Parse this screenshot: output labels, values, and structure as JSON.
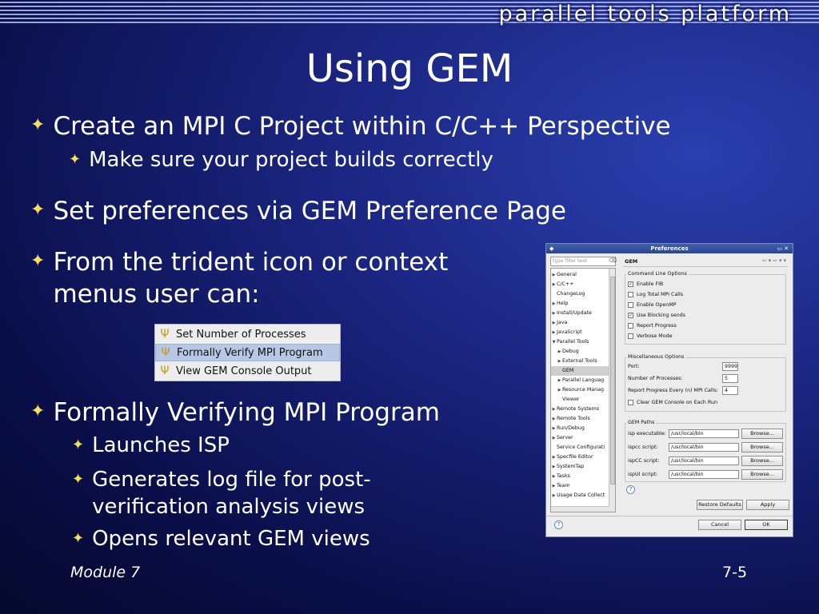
{
  "header": {
    "platform": "parallel tools platform"
  },
  "slide": {
    "title": "Using GEM",
    "bullets": [
      "Create an MPI C Project within C/C++ Perspective",
      "Make sure your project builds correctly",
      "Set preferences via GEM Preference Page",
      "From the trident icon or context menus user can:",
      "Formally Verifying MPI Program",
      "Launches ISP",
      "Generates log file for post-verification analysis views",
      "Opens relevant GEM views"
    ],
    "bullet_line_split": {
      "b4_line1": "From the trident icon or context",
      "b4_line2": "menus user can:",
      "b7_line1": "Generates log file for post-",
      "b7_line2": "verification analysis views"
    }
  },
  "context_menu": {
    "items": [
      "Set Number of Processes",
      "Formally Verify MPI Program",
      "View GEM Console Output"
    ],
    "selected_index": 1
  },
  "preferences_dialog": {
    "title": "Preferences",
    "filter_placeholder": "type filter text",
    "tree": [
      "General",
      "C/C++",
      "ChangeLog",
      "Help",
      "Install/Update",
      "Java",
      "JavaScript",
      "Parallel Tools",
      "Debug",
      "External Tools",
      "GEM",
      "Parallel Languag",
      "Resource Manag",
      "Viewer",
      "Remote Systems",
      "Remote Tools",
      "Run/Debug",
      "Server",
      "Service Configurati",
      "Specfile Editor",
      "SystemTap",
      "Tasks",
      "Team",
      "Usage Data Collect"
    ],
    "selected_tree_item": "GEM",
    "page_title": "GEM",
    "command_line_group": {
      "label": "Command Line Options",
      "options": [
        {
          "label": "Enable FIB",
          "checked": true
        },
        {
          "label": "Log Total MPI Calls",
          "checked": false
        },
        {
          "label": "Enable OpenMP",
          "checked": false
        },
        {
          "label": "Use Blocking sends",
          "checked": true
        },
        {
          "label": "Report Progress",
          "checked": false
        },
        {
          "label": "Verbose Mode",
          "checked": false
        }
      ]
    },
    "misc_group": {
      "label": "Miscellaneous Options",
      "port_label": "Port:",
      "port_value": "9999",
      "processes_label": "Number of Processes:",
      "processes_value": "5",
      "progress_label": "Report Progress Every (n) MPI Calls:",
      "progress_value": "4",
      "clear_console_label": "Clear GEM Console on Each Run",
      "clear_console_checked": false
    },
    "paths_group": {
      "label": "GEM Paths",
      "rows": [
        {
          "label": "isp executable:",
          "value": "/usr/local/bin"
        },
        {
          "label": "ispcc script:",
          "value": "/usr/local/bin"
        },
        {
          "label": "ispCC script:",
          "value": "/usr/local/bin"
        },
        {
          "label": "ispUI script:",
          "value": "/usr/local/bin"
        }
      ],
      "browse_label": "Browse..."
    },
    "buttons": {
      "restore_defaults": "Restore Defaults",
      "apply": "Apply",
      "cancel": "Cancel",
      "ok": "OK"
    }
  },
  "footer": {
    "module": "Module 7",
    "page": "7-5"
  }
}
